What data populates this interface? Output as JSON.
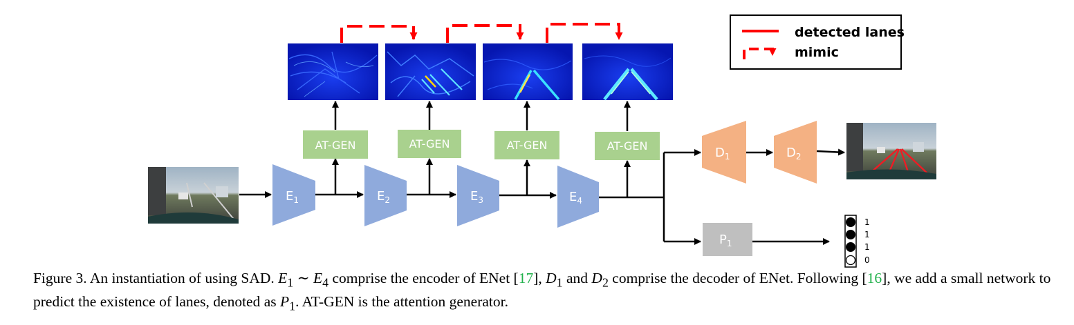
{
  "legend": {
    "solid_label": "detected lanes",
    "dashed_label": "mimic"
  },
  "attention_generators": [
    "AT-GEN",
    "AT-GEN",
    "AT-GEN",
    "AT-GEN"
  ],
  "encoders": [
    {
      "letter": "E",
      "sub": "1"
    },
    {
      "letter": "E",
      "sub": "2"
    },
    {
      "letter": "E",
      "sub": "3"
    },
    {
      "letter": "E",
      "sub": "4"
    }
  ],
  "decoders": [
    {
      "letter": "D",
      "sub": "1"
    },
    {
      "letter": "D",
      "sub": "2"
    }
  ],
  "predictor": {
    "letter": "P",
    "sub": "1"
  },
  "existence_outputs": [
    "1",
    "1",
    "1",
    "0"
  ],
  "colors": {
    "encoder": "#8faadc",
    "decoder": "#f4b183",
    "at_gen": "#a9d18e",
    "predictor": "#bfbfbf",
    "mimic": "#ff0000",
    "lane": "#e8202a",
    "heatmap_bg": "#0a1fc8",
    "citation": "#22b14c"
  },
  "caption": {
    "prefix": "Figure 3. An instantiation of using SAD. ",
    "e1": "E",
    "e1_sub": "1",
    "sim": " ∼ ",
    "e4": "E",
    "e4_sub": "4",
    "text1": " comprise the encoder of ENet [",
    "cite1": "17",
    "text2": "], ",
    "d1": "D",
    "d1_sub": "1",
    "and": " and ",
    "d2": "D",
    "d2_sub": "2",
    "text3": " comprise the decoder of ENet. Following [",
    "cite2": "16",
    "text4": "], we add a small network to predict the existence of lanes, denoted as ",
    "p1": "P",
    "p1_sub": "1",
    "text5": ". AT-GEN is the attention generator."
  }
}
